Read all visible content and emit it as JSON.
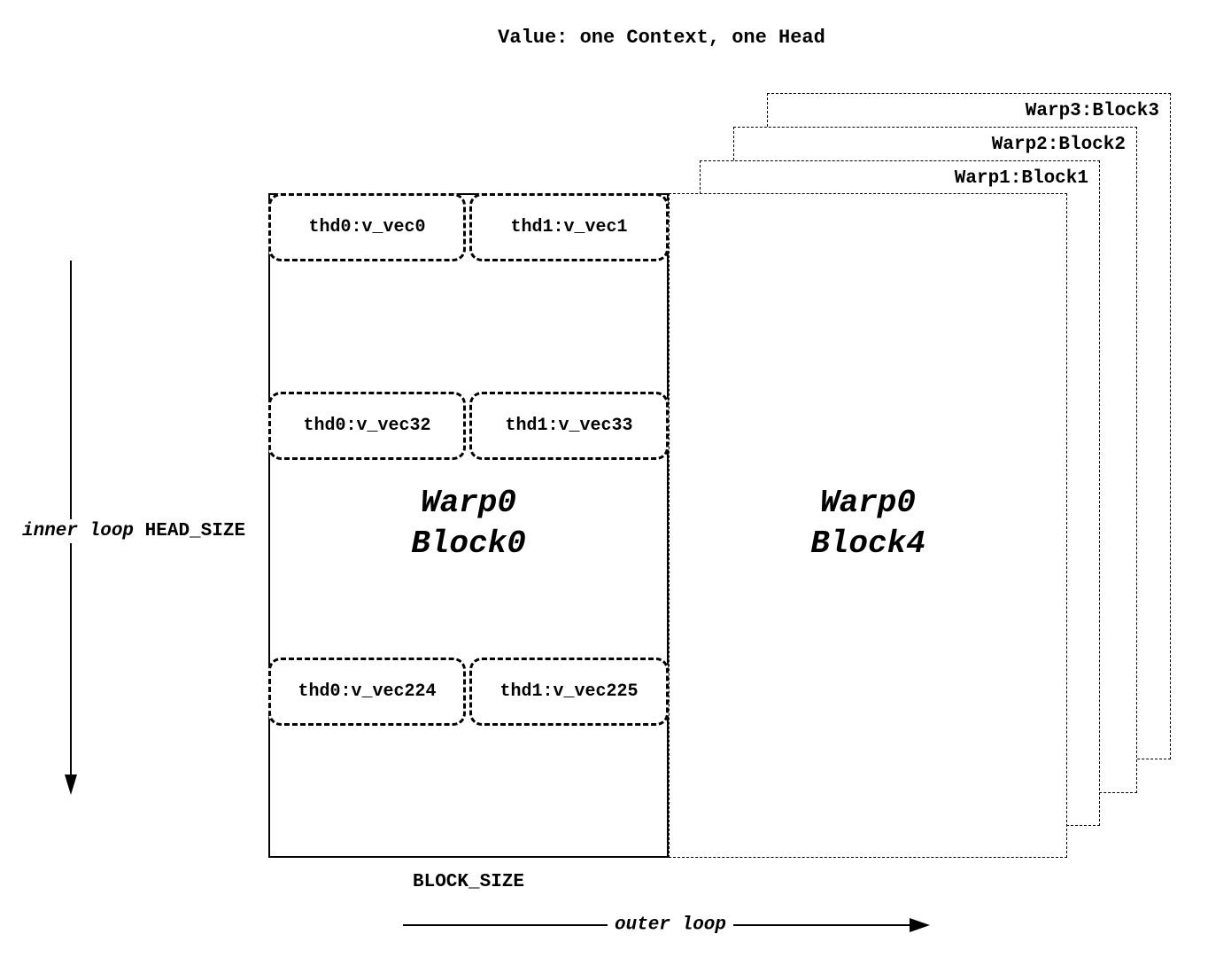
{
  "title": "Value: one Context, one Head",
  "back_blocks": [
    {
      "label": "Warp3:Block3"
    },
    {
      "label": "Warp2:Block2"
    },
    {
      "label": "Warp1:Block1"
    }
  ],
  "block0": {
    "name_line1": "Warp0",
    "name_line2": "Block0",
    "rows": [
      {
        "left": "thd0:v_vec0",
        "right": "thd1:v_vec1"
      },
      {
        "left": "thd0:v_vec32",
        "right": "thd1:v_vec33"
      },
      {
        "left": "thd0:v_vec224",
        "right": "thd1:v_vec225"
      }
    ]
  },
  "block4": {
    "name_line1": "Warp0",
    "name_line2": "Block4"
  },
  "axis_labels": {
    "inner_loop": "inner loop",
    "head_size": "HEAD_SIZE",
    "block_size": "BLOCK_SIZE",
    "outer_loop": "outer loop"
  },
  "colors": {
    "ink": "#000000",
    "background": "#ffffff"
  }
}
